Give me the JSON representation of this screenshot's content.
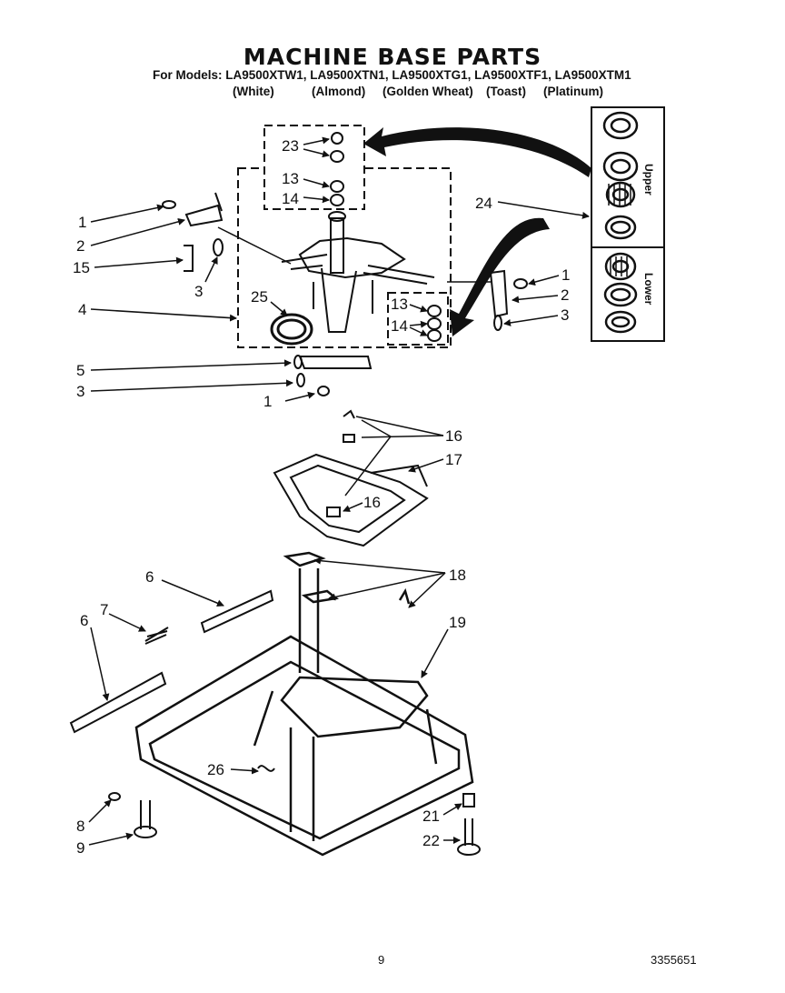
{
  "title": "MACHINE BASE PARTS",
  "models_line": "For Models: LA9500XTW1, LA9500XTN1, LA9500XTG1, LA9500XTF1, LA9500XTM1",
  "colors": [
    "(White)",
    "(Almond)",
    "(Golden Wheat)",
    "(Toast)",
    "(Platinum)"
  ],
  "side_labels": {
    "upper": "Upper",
    "lower": "Lower"
  },
  "callouts": {
    "c1a": "1",
    "c2a": "2",
    "c15": "15",
    "c3a": "3",
    "c4": "4",
    "c25": "25",
    "c23": "23",
    "c13a": "13",
    "c14a": "14",
    "c13b": "13",
    "c14b": "14",
    "c24": "24",
    "c1b": "1",
    "c2b": "2",
    "c3b": "3",
    "c5": "5",
    "c3c": "3",
    "c1c": "1",
    "c16a": "16",
    "c16b": "16",
    "c17": "17",
    "c6a": "6",
    "c7": "7",
    "c6b": "6",
    "c18": "18",
    "c19": "19",
    "c26": "26",
    "c21": "21",
    "c22": "22",
    "c8": "8",
    "c9": "9"
  },
  "page_number": "9",
  "part_number": "3355651"
}
